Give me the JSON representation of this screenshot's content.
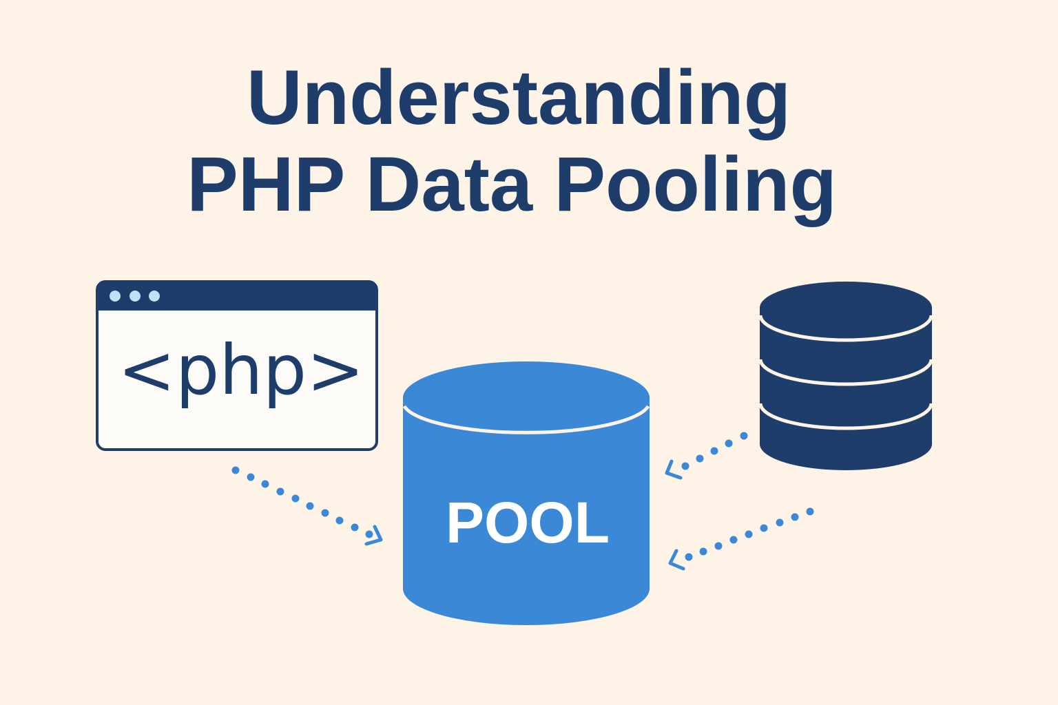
{
  "title": {
    "line1": "Understanding",
    "line2": "PHP Data Pooling"
  },
  "php_window": {
    "code_label": "<php>"
  },
  "pool": {
    "label": "POOL"
  },
  "colors": {
    "background": "#fdf3e7",
    "navy": "#1e3d6b",
    "blue": "#3a88d6",
    "window_dot": "#bde3f8"
  },
  "icons": [
    "browser-window-icon",
    "pool-cylinder-icon",
    "database-icon",
    "dotted-arrow-icon"
  ]
}
